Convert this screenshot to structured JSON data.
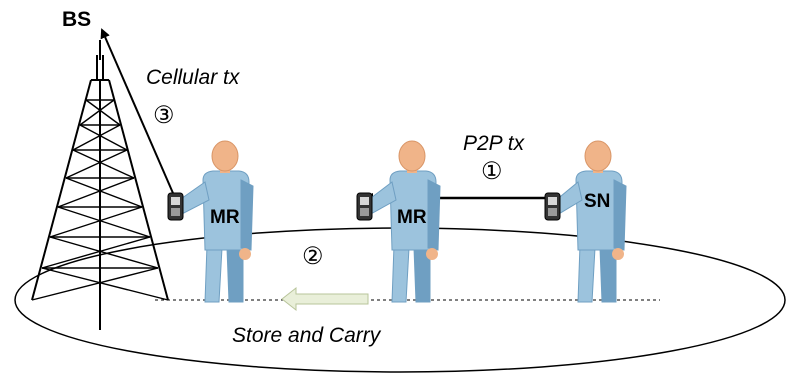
{
  "labels": {
    "base_station": "BS",
    "cellular_tx": "Cellular tx",
    "p2p_tx": "P2P tx",
    "store_and_carry": "Store and Carry",
    "step_1": "①",
    "step_2": "②",
    "step_3": "③"
  },
  "people": [
    {
      "label": "MR"
    },
    {
      "label": "MR"
    },
    {
      "label": "SN"
    }
  ],
  "colors": {
    "body": "#9cc3dd",
    "body_shade": "#6f9fc2",
    "head": "#f0b489",
    "phone": "#333333",
    "arrow_store": "#e9efd9",
    "arrow_store_border": "#b8c49a",
    "ellipse": "#000000"
  }
}
